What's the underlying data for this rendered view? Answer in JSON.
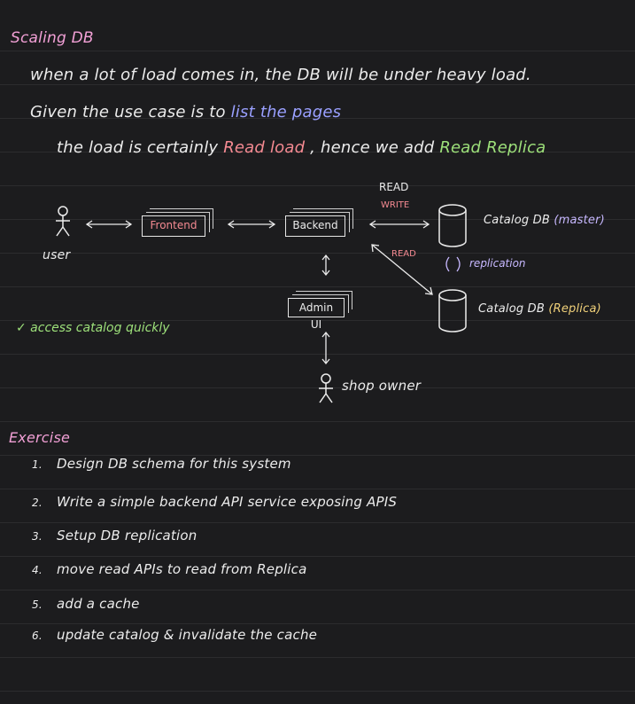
{
  "heading": "Scaling DB",
  "line1": "when a lot of load comes in, the DB will be under heavy load.",
  "line2": {
    "prefix": "Given the use case is to",
    "highlight": "list the pages"
  },
  "line3": {
    "prefix": "the load is certainly",
    "read_load": "Read load",
    "middle": ", hence we add",
    "read_replica": "Read Replica"
  },
  "diagram": {
    "user_label": "user",
    "frontend": "Frontend",
    "backend": "Backend",
    "admin_ui": "Admin UI",
    "shop_owner": "shop owner",
    "read_top": "READ",
    "write": "WRITE",
    "read_diag": "READ",
    "master_db": {
      "name": "Catalog DB",
      "role": "(master)"
    },
    "replica_db": {
      "name": "Catalog DB",
      "role": "(Replica)"
    },
    "replication": "replication",
    "check_note": "✓ access catalog quickly"
  },
  "exercise": {
    "title": "Exercise",
    "items": [
      {
        "num": "1.",
        "text": "Design DB schema for this system"
      },
      {
        "num": "2.",
        "text": "Write a simple backend API service exposing APIS"
      },
      {
        "num": "3.",
        "text": "Setup DB replication"
      },
      {
        "num": "4.",
        "text": "move read APIs to read from Replica"
      },
      {
        "num": "5.",
        "text": "add a cache"
      },
      {
        "num": "6.",
        "text": "update catalog & invalidate the cache"
      }
    ]
  },
  "colors": {
    "pink": "#f2a0d6",
    "blue": "#9aa0ff",
    "red": "#f58a92",
    "green": "#9de07a",
    "lavender": "#c7b8ff"
  }
}
